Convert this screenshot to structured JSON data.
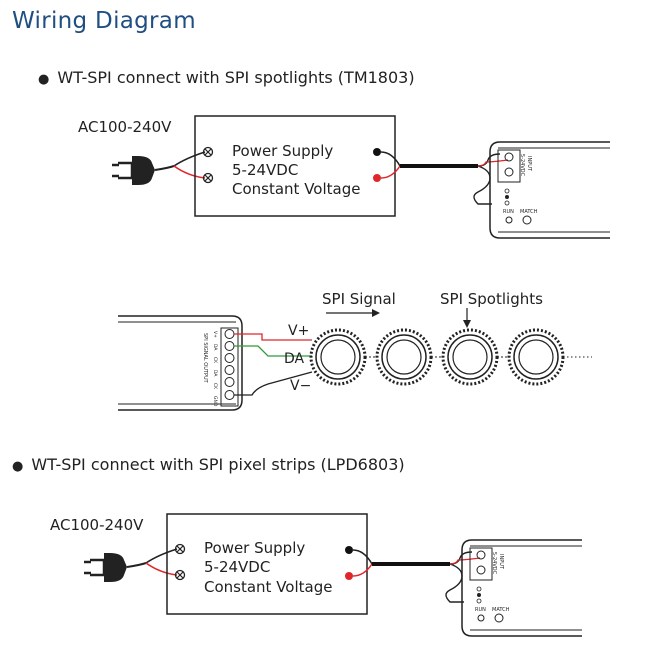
{
  "title": "Wiring Diagram",
  "section1": {
    "bullet": "WT-SPI connect with SPI spotlights (TM1803)",
    "ac_label": "AC100-240V",
    "psu_lines": [
      "Power Supply",
      "5-24VDC",
      "Constant Voltage"
    ],
    "spi_signal": "SPI Signal",
    "spi_spotlights": "SPI Spotlights",
    "wire_vplus": "V+",
    "wire_da": "DA",
    "wire_vminus": "V−",
    "controller_input": "INPUT",
    "controller_input_pins": "5-24VDC",
    "controller_run": "RUN",
    "controller_match": "MATCH",
    "output_label": "SPI SIGNAL OUTPUT",
    "terminal_labels": [
      "V+",
      "DA",
      "CK",
      "DA",
      "CK",
      "GND"
    ]
  },
  "section2": {
    "bullet": "WT-SPI connect with SPI pixel strips (LPD6803)",
    "ac_label": "AC100-240V",
    "psu_lines": [
      "Power Supply",
      "5-24VDC",
      "Constant Voltage"
    ],
    "controller_input": "INPUT",
    "controller_input_pins": "5-24VDC",
    "controller_run": "RUN",
    "controller_match": "MATCH"
  },
  "colors": {
    "title": "#1f4f82",
    "wire_red": "#e0262b",
    "wire_green": "#2f9a3a"
  }
}
